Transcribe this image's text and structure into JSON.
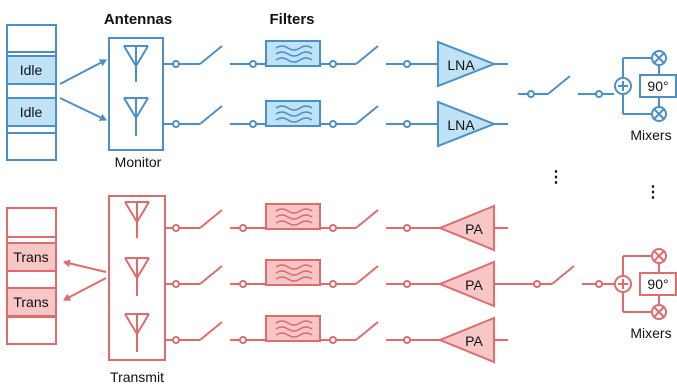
{
  "headers": {
    "antennas": "Antennas",
    "filters": "Filters"
  },
  "receive": {
    "slots": [
      "Idle",
      "Idle"
    ],
    "antenna_group_label": "Monitor",
    "amp_label": "LNA",
    "mixer_phase": "90°",
    "mixer_label": "Mixers"
  },
  "transmit": {
    "slots": [
      "Trans",
      "Trans"
    ],
    "antenna_group_label": "Transmit",
    "amp_label": "PA",
    "mixer_phase": "90°",
    "mixer_label": "Mixers"
  },
  "ellipsis": "⋮",
  "colors": {
    "rx_stroke": "#4a8fc8",
    "rx_fill": "#bfe3f5",
    "tx_stroke": "#e06b6b",
    "tx_fill": "#f7c7c7"
  }
}
